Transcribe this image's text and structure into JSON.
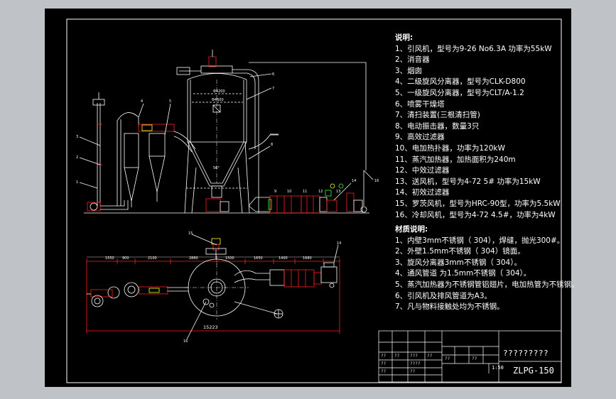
{
  "title_block": {
    "drawing_name": "?????????",
    "drawing_code": "ZLPG-150",
    "scale": "1:50",
    "placeholders": [
      "??",
      "??",
      "???",
      "??",
      "??",
      "????",
      "??",
      "??",
      "??",
      "??"
    ]
  },
  "notes": {
    "heading": "说明:",
    "items": [
      "1、引风机，型号为9-26 No6.3A 功率为55kW",
      "2、消音器",
      "3、烟囱",
      "4、二级旋风分离器，型号为CLK-D800",
      "5、一级旋风分离器，型号为CLT/A-1.2",
      "6、喷雾干燥塔",
      "7、清扫装置(三根清扫管)",
      "8、电动振击器，数量3只",
      "9、高效过滤器",
      "10、电加热扑器，功率为120kW",
      "11、蒸汽加热器，加热面积为240m",
      "12、中效过滤器",
      "13、送风机，型号为4-72 5# 功率为15kW",
      "14、初效过滤器",
      "15、罗茨风机，型号为HRC-90型，功率为5.5kW",
      "16、冷却风机，型号为4-72  4.5#，功率为4kW"
    ]
  },
  "materials": {
    "heading": "材质说明:",
    "items": [
      "1、内壁3mm不锈钢（ 304），焊缝，抛光300#。",
      "2、外壁1.5mm不锈钢（ 304）镜面。",
      "3、旋风分离器3mm不锈钢（ 304）。",
      "4、通风管道  为1.5mm不锈钢（ 304）。",
      "5、蒸汽加热器为不锈钢管铝翅片，电加热管为不锈钢。",
      "6、引风机及排风管道为A3。",
      "7、凡与物料接触处均为不锈钢。"
    ]
  },
  "dimensions": {
    "overall_length": "15223",
    "d1": "Φ4200",
    "d2": "Φ4600",
    "angle": "56°",
    "row": [
      "1550",
      "900",
      "2100",
      "2880",
      "1500",
      "1650",
      "1400",
      "1680"
    ]
  },
  "part_labels": [
    "1",
    "2",
    "3",
    "4",
    "5",
    "6",
    "7",
    "8",
    "9",
    "10",
    "11",
    "12",
    "13",
    "14",
    "15",
    "16"
  ],
  "colors": {
    "sheet": "#000000",
    "background": "#bfc3c7",
    "outline": "#ffffff",
    "red": "#ff2020",
    "yellow": "#ffff33",
    "green": "#33ff33",
    "magenta": "#ff40ff",
    "cyan": "#33ffff"
  }
}
